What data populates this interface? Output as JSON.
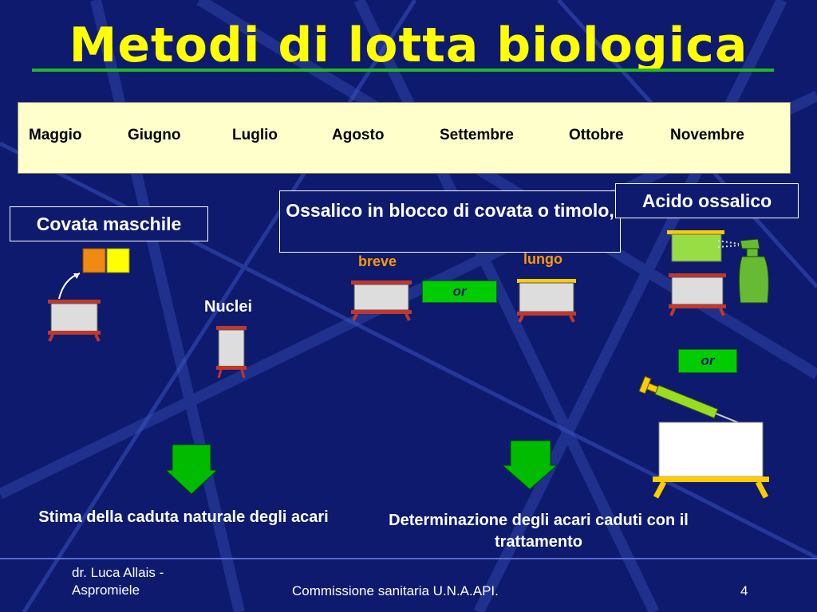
{
  "title": "Metodi di lotta biologica",
  "months": [
    "Maggio",
    "Giugno",
    "Luglio",
    "Agosto",
    "Settembre",
    "Ottobre",
    "Novembre"
  ],
  "boxes": {
    "covata": "Covata maschile",
    "ossalico_blocco": "Ossalico in blocco di covata o timolo,",
    "acido_ossalico": "Acido ossalico"
  },
  "labels": {
    "nuclei": "Nuclei",
    "breve": "breve",
    "lungo": "lungo",
    "or1": "or",
    "or2": "or"
  },
  "captions": {
    "stima": "Stima della caduta naturale degli acari",
    "determinazione": "Determinazione degli acari caduti con il trattamento"
  },
  "footer": {
    "author": "dr. Luca Allais - Aspromiele",
    "org": "Commissione sanitaria U.N.A.API.",
    "page": "4"
  },
  "colors": {
    "background": "#0d1a6e",
    "title": "#ffff00",
    "accent_green": "#00cc00",
    "month_band": "#ffffcc",
    "orange": "#ff9900"
  }
}
